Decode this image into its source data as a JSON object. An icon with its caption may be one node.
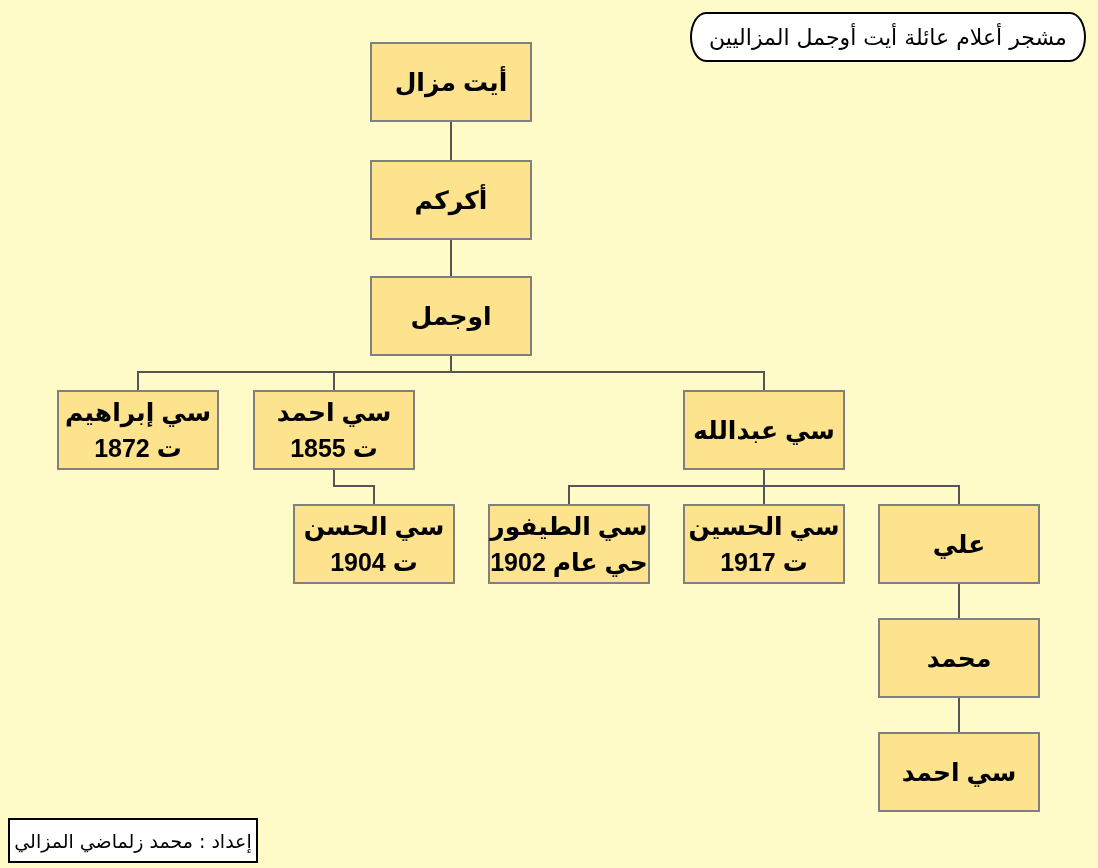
{
  "diagram": {
    "title": "مشجر أعلام عائلة أيت أوجمل المزاليين",
    "nodes": [
      {
        "text": [
          "أيت مزال"
        ]
      },
      {
        "text": [
          "أكركم"
        ]
      },
      {
        "text": [
          "اوجمل"
        ]
      },
      {
        "text": [
          "سي إبراهيم",
          "ت 1872"
        ]
      },
      {
        "text": [
          "سي احمد",
          "ت 1855"
        ]
      },
      {
        "text": [
          "سي عبدالله"
        ]
      },
      {
        "text": [
          "سي الحسن",
          "ت 1904"
        ]
      },
      {
        "text": [
          "سي الطيفور",
          "حي عام 1902"
        ]
      },
      {
        "text": [
          "سي الحسين",
          "ت 1917"
        ]
      },
      {
        "text": [
          "علي"
        ]
      },
      {
        "text": [
          "محمد"
        ]
      },
      {
        "text": [
          "سي احمد"
        ]
      }
    ],
    "edges": [
      {
        "from": 0,
        "to": 1,
        "arrow": "none"
      },
      {
        "from": 1,
        "to": 2,
        "arrow": "none"
      },
      {
        "from": 2,
        "to": 3,
        "arrow": "none"
      },
      {
        "from": 2,
        "to": 4,
        "arrow": "none"
      },
      {
        "from": 2,
        "to": 5,
        "arrow": "none"
      },
      {
        "from": 4,
        "to": 6,
        "arrow": "none"
      },
      {
        "from": 5,
        "to": 7,
        "arrow": "none"
      },
      {
        "from": 5,
        "to": 8,
        "arrow": "none"
      },
      {
        "from": 5,
        "to": 9,
        "arrow": "none"
      },
      {
        "from": 9,
        "to": 10,
        "arrow": "none"
      },
      {
        "from": 10,
        "to": 11,
        "arrow": "none"
      }
    ],
    "labels": [
      "إعداد : محمد زلماضي المزالي"
    ]
  }
}
